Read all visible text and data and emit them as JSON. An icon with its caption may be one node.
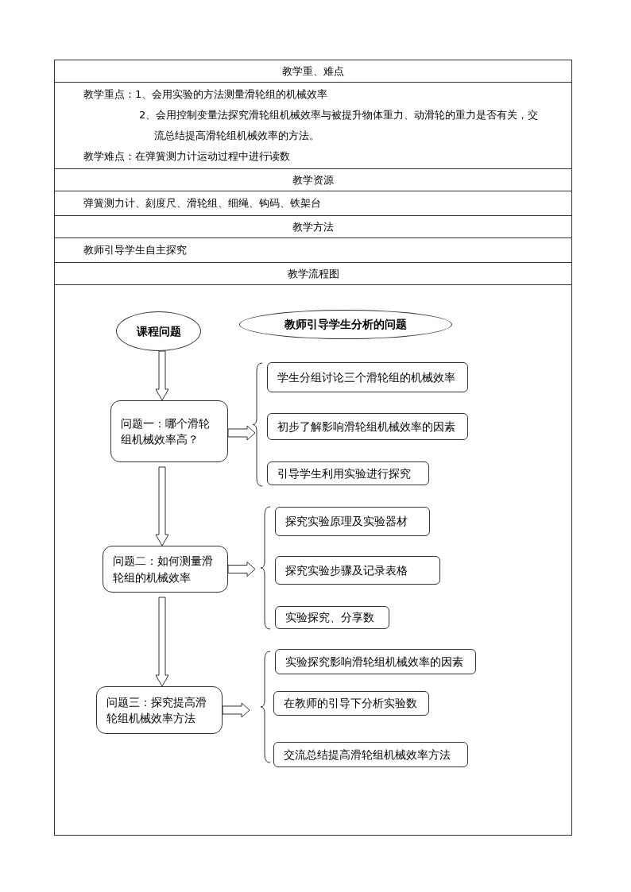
{
  "diagram": {
    "nodes": [
      {
        "text": [
          "课程问题"
        ]
      },
      {
        "text": [
          "教师引导学生分析的问题"
        ]
      },
      {
        "text": [
          "问题一：哪个滑轮组机械效率高？"
        ]
      },
      {
        "text": [
          "学生分组讨论三个滑轮组的机械效率"
        ]
      },
      {
        "text": [
          "初步了解影响滑轮组机械效率的因素"
        ]
      },
      {
        "text": [
          "引导学生利用实验进行探究"
        ]
      },
      {
        "text": [
          "问题二：如何测量滑轮组的机械效率"
        ]
      },
      {
        "text": [
          "探究实验原理及实验器材"
        ]
      },
      {
        "text": [
          "探究实验步骤及记录表格"
        ]
      },
      {
        "text": [
          "实验探究、分享数"
        ]
      },
      {
        "text": [
          "问题三：探究提高滑轮组机械效率方法"
        ]
      },
      {
        "text": [
          "实验探究影响滑轮组机械效率的因素"
        ]
      },
      {
        "text": [
          "在教师的引导下分析实验数"
        ]
      },
      {
        "text": [
          "交流总结提高滑轮组机械效率方法"
        ]
      }
    ],
    "edges": [
      {
        "from": 0,
        "to": 2,
        "arrow": "to"
      },
      {
        "from": 2,
        "to": 6,
        "arrow": "to"
      },
      {
        "from": 6,
        "to": 10,
        "arrow": "to"
      },
      {
        "from": 2,
        "to": null,
        "arrow": "to"
      },
      {
        "from": 6,
        "to": null,
        "arrow": "to"
      },
      {
        "from": 10,
        "to": null,
        "arrow": "to"
      }
    ],
    "labels": [
      "教学重、难点",
      "教学重点：1、会用实验的方法测量滑轮组的机械效率",
      "2、会用控制变量法探究滑轮组机械效率与被提升物体重力、动滑轮的重力是否有关，交流总结提高滑轮组机械效率的方法。",
      "教学难点：在弹簧测力计运动过程中进行读数",
      "教学资源",
      "弹簧测力计、刻度尺、滑轮组、细绳、钩码、铁架台",
      "教学方法",
      "教师引导学生自主探究",
      "教学流程图"
    ]
  }
}
